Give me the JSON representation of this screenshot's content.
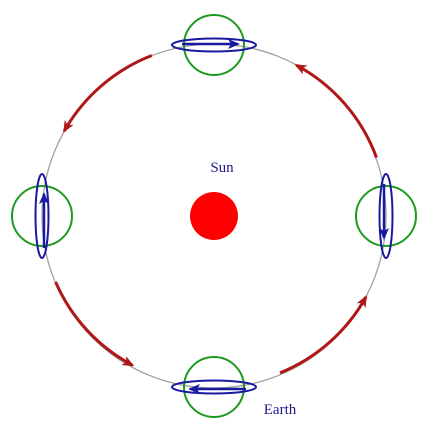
{
  "labels": {
    "sun": "Sun",
    "earth": "Earth"
  },
  "colors": {
    "orbit_line": "#a0a0a0",
    "sun_fill": "#ff0000",
    "motion_arrows": "#b01818",
    "earth_outline": "#1e9a1e",
    "rotation_band": "#1a1aa0",
    "label_text": "#1a1a8c"
  },
  "diagram": {
    "central_body": "sun",
    "orbiting_body": "earth",
    "earth_positions": [
      "top",
      "left",
      "bottom",
      "right"
    ],
    "orbit_direction": "counterclockwise",
    "icons": [
      "sun-disc",
      "earth-globe",
      "rotation-band",
      "orbit-arrow"
    ]
  }
}
